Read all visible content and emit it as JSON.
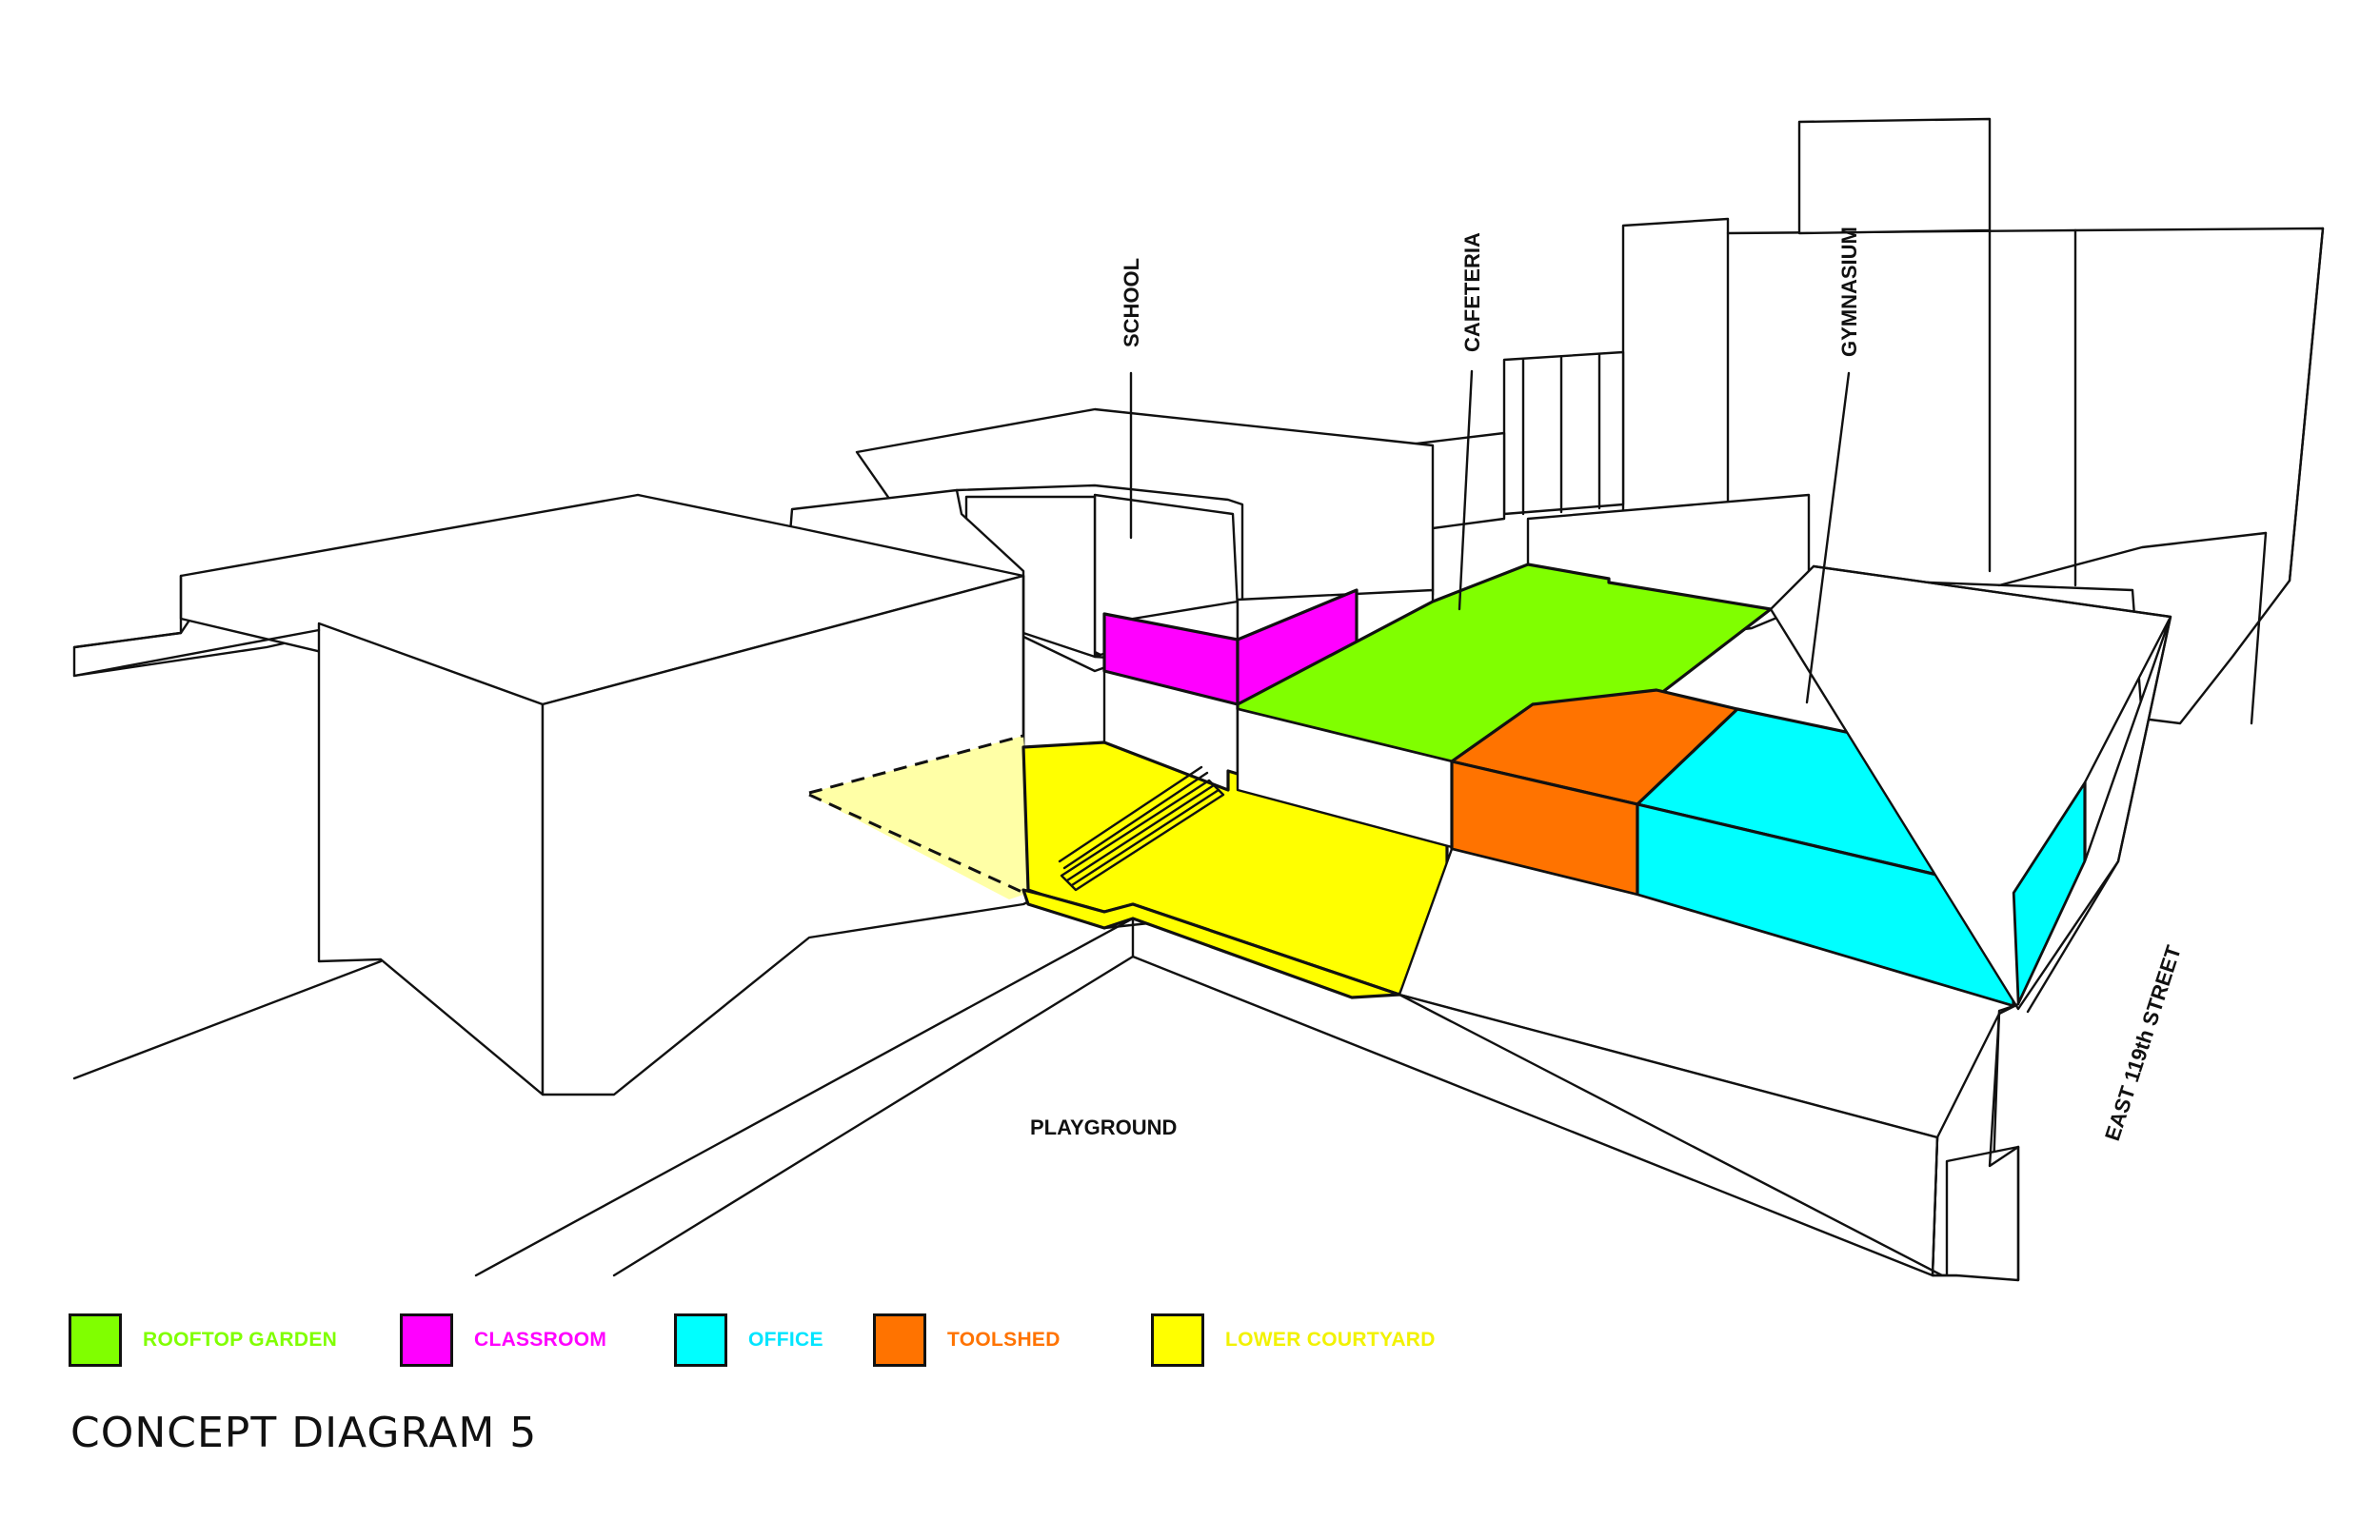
{
  "diagram": {
    "title": "CONCEPT DIAGRAM 5",
    "labels": {
      "school": "SCHOOL",
      "cafeteria": "CAFETERIA",
      "gymnasium": "GYMNASIUM",
      "playground": "PLAYGROUND",
      "street": "EAST 119th STREET"
    },
    "legend": [
      {
        "label": "ROOFTOP GARDEN",
        "color": "#80ff00"
      },
      {
        "label": "CLASSROOM",
        "color": "#ff00ff"
      },
      {
        "label": "OFFICE",
        "color": "#00ffff"
      },
      {
        "label": "TOOLSHED",
        "color": "#ff7300"
      },
      {
        "label": "LOWER COURTYARD",
        "color": "#ffff00"
      }
    ]
  }
}
